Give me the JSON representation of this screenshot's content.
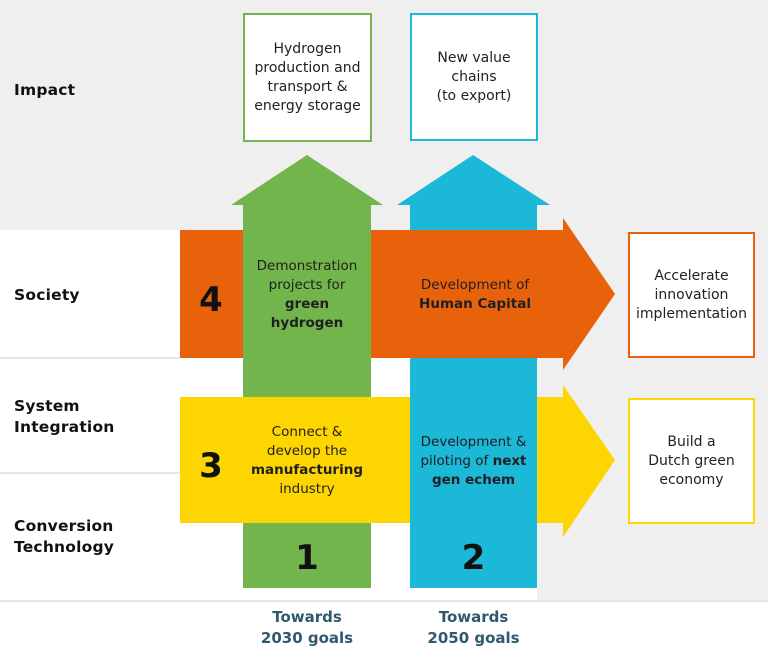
{
  "rows": [
    {
      "label_lines": [
        "Impact"
      ]
    },
    {
      "label_lines": [
        "Society"
      ]
    },
    {
      "label_lines": [
        "System",
        "Integration"
      ]
    },
    {
      "label_lines": [
        "Conversion",
        "Technology"
      ]
    }
  ],
  "colors": {
    "green": "#72b54c",
    "blue": "#1bb8d8",
    "orange": "#e8620c",
    "yellow": "#fdd500",
    "background_gray": "#efefef",
    "goal_text": "#2d5a6e"
  },
  "columns": [
    {
      "number": "1",
      "text_plain": "Demonstration projects for",
      "text_bold": "green hydrogen",
      "goal_line1": "Towards",
      "goal_line2": "2030 goals"
    },
    {
      "number": "2",
      "text_plain": "Development & piloting of",
      "text_bold": "next gen echem",
      "goal_line1": "Towards",
      "goal_line2": "2050 goals"
    }
  ],
  "arrows_horizontal": [
    {
      "number": "4",
      "text_plain": "Development of",
      "text_bold": "Human Capital"
    },
    {
      "number": "3",
      "text_plain_1": "Connect &",
      "text_plain_2": "develop the",
      "text_bold": "manufacturing",
      "text_plain_3": "industry"
    }
  ],
  "outcome_boxes": {
    "green": [
      "Hydrogen",
      "production and",
      "transport &",
      "energy storage"
    ],
    "blue": [
      "New value",
      "chains",
      "(to export)"
    ],
    "orange": [
      "Accelerate",
      "innovation",
      "implementation"
    ],
    "yellow": [
      "Build a",
      "Dutch green",
      "economy"
    ]
  }
}
